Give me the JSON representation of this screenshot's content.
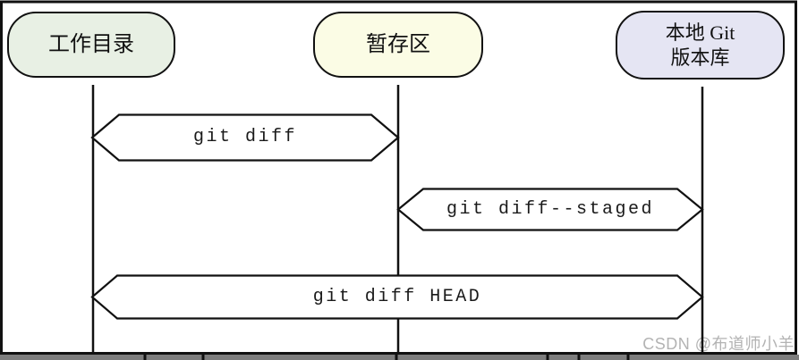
{
  "diagram": {
    "nodes": [
      {
        "id": "working-directory",
        "label": "工作目录",
        "fill": "#e8f0e4"
      },
      {
        "id": "staging-area",
        "label": "暂存区",
        "fill": "#fbfce5"
      },
      {
        "id": "local-git-repo",
        "label_line1": "本地 Git",
        "label_line2": "版本库",
        "fill": "#e5e5f3"
      }
    ],
    "arrows": [
      {
        "label": "git diff",
        "from": "working-directory",
        "to": "staging-area",
        "direction": "both"
      },
      {
        "label": "git diff--staged",
        "from": "staging-area",
        "to": "local-git-repo",
        "direction": "both"
      },
      {
        "label": "git diff HEAD",
        "from": "working-directory",
        "to": "local-git-repo",
        "direction": "both"
      }
    ]
  },
  "watermark": "CSDN @布道师小羊",
  "colors": {
    "node_working_directory": "#e8f0e4",
    "node_staging_area": "#fbfce5",
    "node_local_repo": "#e5e5f3",
    "line": "#111111",
    "arrow_fill": "#ffffff",
    "watermark_text": "#b3b3b3",
    "bottom_strip": "#7d7d7d"
  }
}
